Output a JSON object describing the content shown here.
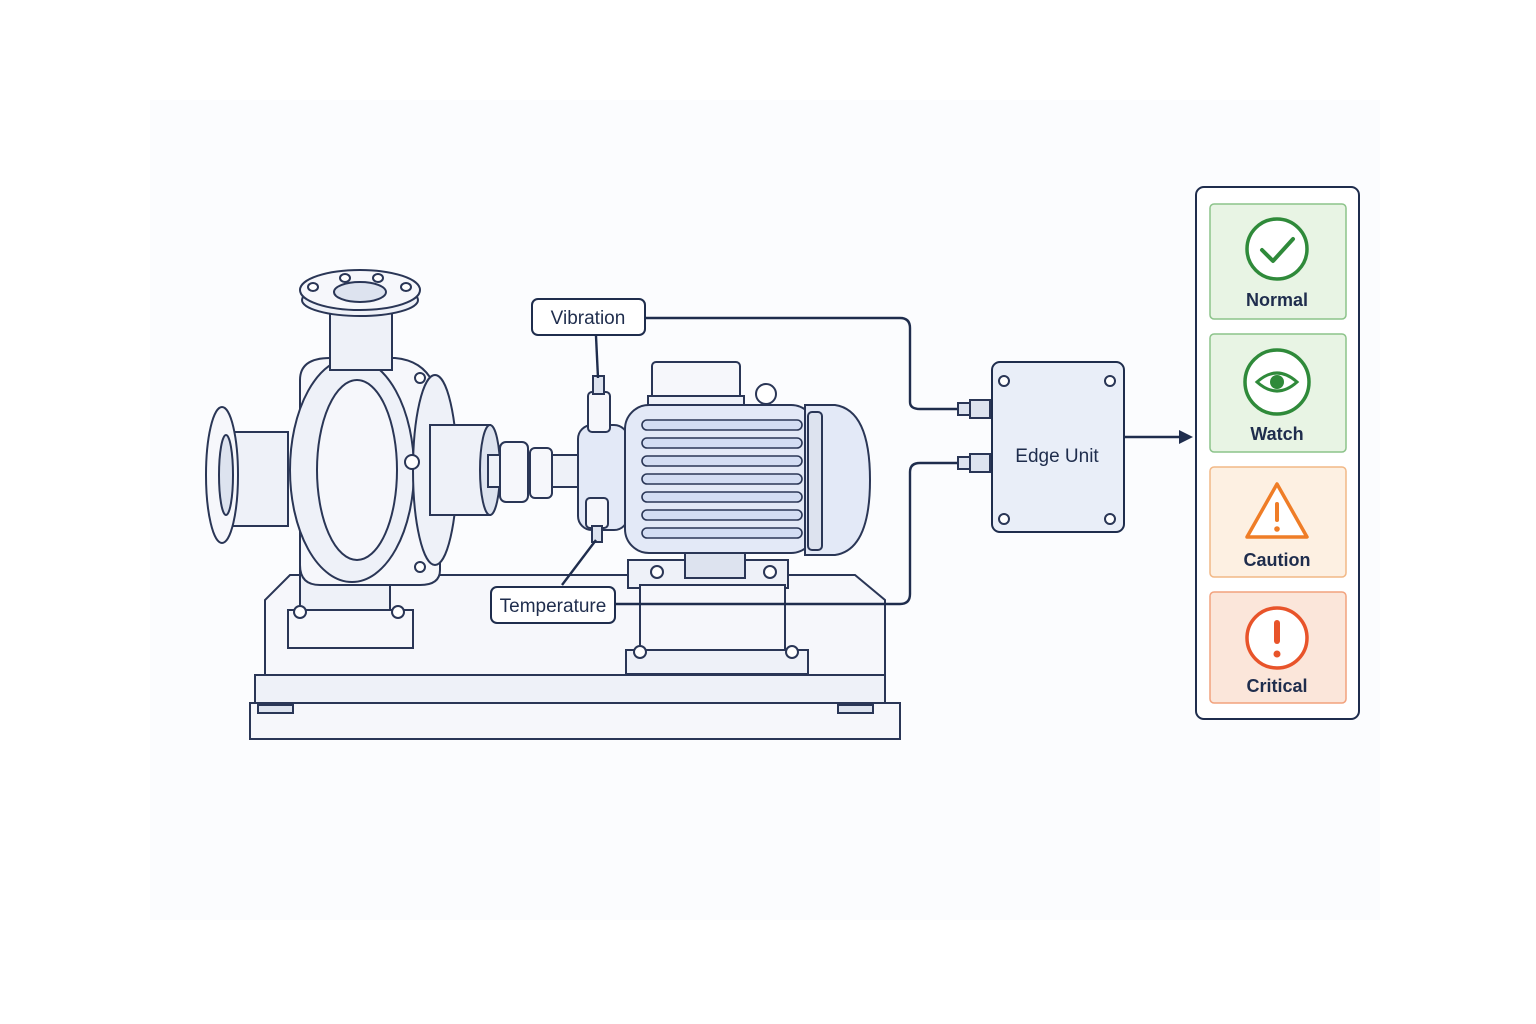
{
  "sensors": {
    "vibration_label": "Vibration",
    "temperature_label": "Temperature"
  },
  "edge_unit": {
    "label": "Edge Unit"
  },
  "status_panel": {
    "items": [
      {
        "label": "Normal",
        "icon": "checkmark-circle-icon",
        "color": "#2f8a3a",
        "background": "#e8f4e4"
      },
      {
        "label": "Watch",
        "icon": "eye-circle-icon",
        "color": "#2f8a3a",
        "background": "#e8f4e4"
      },
      {
        "label": "Caution",
        "icon": "warning-triangle-icon",
        "color": "#ef7d27",
        "background": "#fdf0e2"
      },
      {
        "label": "Critical",
        "icon": "exclamation-circle-icon",
        "color": "#e8542a",
        "background": "#fbe6da"
      }
    ]
  },
  "colors": {
    "line": "#1f2d4d",
    "machine_fill": "#eef1f8",
    "motor_fill": "#e3e9f7"
  }
}
